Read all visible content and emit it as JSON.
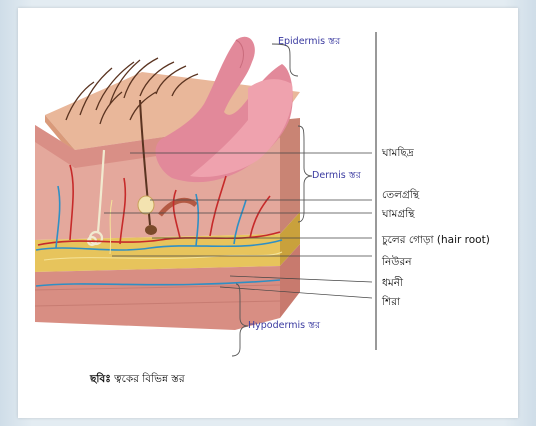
{
  "layers": {
    "epidermis": "Epidermis স্তর",
    "dermis": "Dermis স্তর",
    "hypodermis": "Hypodermis স্তর"
  },
  "labels": {
    "sweat_pore": "ঘামছিদ্র",
    "oil_gland": "তেলগ্রন্থি",
    "sweat_gland": "ঘামগ্রন্থি",
    "hair_root": "চুলের গোড়া (hair root)",
    "neuron": "নিউরন",
    "artery": "ধমনী",
    "vein": "শিরা"
  },
  "caption": {
    "prefix": "ছবিঃ",
    "text": "ত্বকের বিভিন্ন স্তর"
  },
  "colors": {
    "layer_label": "#3a3aa0",
    "epidermis": "#e9b79a",
    "dermis": "#e4a89c",
    "hypodermis": "#e7c45c",
    "artery": "#c62a2a",
    "vein": "#2f8fc4"
  }
}
